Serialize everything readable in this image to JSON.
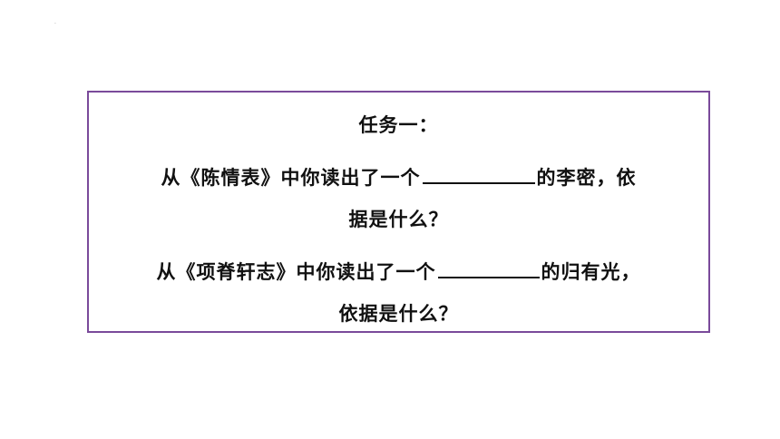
{
  "slide": {
    "corner_mark": "·",
    "task": {
      "heading": "任务一：",
      "q1_before": "从《陈情表》中你读出了一个",
      "q1_after": "的李密，依",
      "q1_line2": "据是什么？",
      "q2_before": "从《项脊轩志》中你读出了一个",
      "q2_after": "的归有光，",
      "q2_line2": "依据是什么？"
    }
  },
  "colors": {
    "box_border": "#7a4a9a",
    "text": "#111111"
  }
}
